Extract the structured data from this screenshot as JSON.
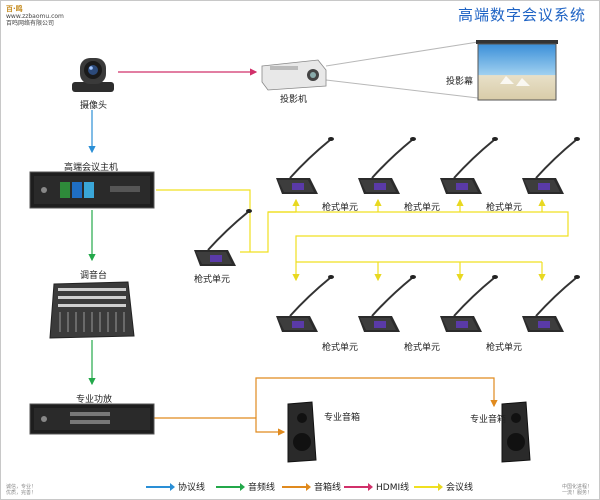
{
  "title": "高端数字会议系统",
  "brand": {
    "logo": "百·鸣",
    "line1": "www.zzbaomu.com",
    "line2": "百鸣网络有限公司"
  },
  "labels": {
    "camera": "摄像头",
    "projector": "投影机",
    "screen": "投影幕",
    "host": "高端会议主机",
    "mixer": "调音台",
    "amplifier": "专业功放",
    "speaker_left": "专业音箱",
    "speaker_right": "专业音箱",
    "mic_single": "枪式单元",
    "mic_unit": "枪式单元"
  },
  "legend": [
    {
      "label": "协议线",
      "color": "#2a8fd6"
    },
    {
      "label": "音频线",
      "color": "#23a84a"
    },
    {
      "label": "音箱线",
      "color": "#e08a1e"
    },
    {
      "label": "HDMI线",
      "color": "#d1306a"
    },
    {
      "label": "会议线",
      "color": "#f0e020"
    }
  ],
  "footer": {
    "left1": "诚信，专业！",
    "left2": "优质，完善！",
    "right1": "中国化进程！",
    "right2": "一流！服务！"
  }
}
